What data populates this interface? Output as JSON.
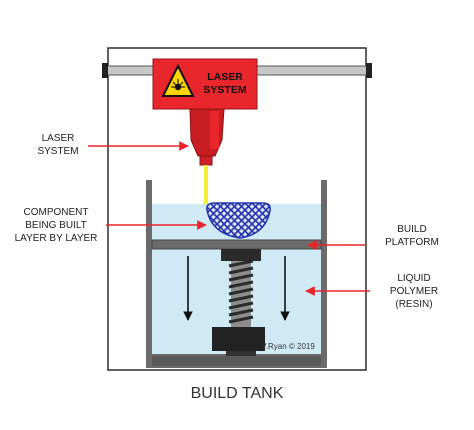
{
  "diagram": {
    "laser_head": {
      "label_line1": "LASER",
      "label_line2": "SYSTEM"
    },
    "callouts": {
      "laser_system": [
        "LASER",
        "SYSTEM"
      ],
      "component": [
        "COMPONENT",
        "BEING BUILT",
        "LAYER BY LAYER"
      ],
      "build_platform": [
        "BUILD",
        "PLATFORM"
      ],
      "liquid_polymer": [
        "LIQUID",
        "POLYMER",
        "(RESIN)"
      ]
    },
    "credit": "V.Ryan © 2019",
    "caption": "BUILD TANK"
  },
  "colors": {
    "laser_red": "#e8262b",
    "laser_red_dark": "#c81e22",
    "warning_yellow": "#ffd400",
    "beam_yellow": "#f4ee3a",
    "resin_blue": "#cfeaf5",
    "component_blue": "#2233aa",
    "steel_grey": "#6b6b6b",
    "base_dark": "#2b2b2b",
    "arrow_red": "#e8262b"
  }
}
